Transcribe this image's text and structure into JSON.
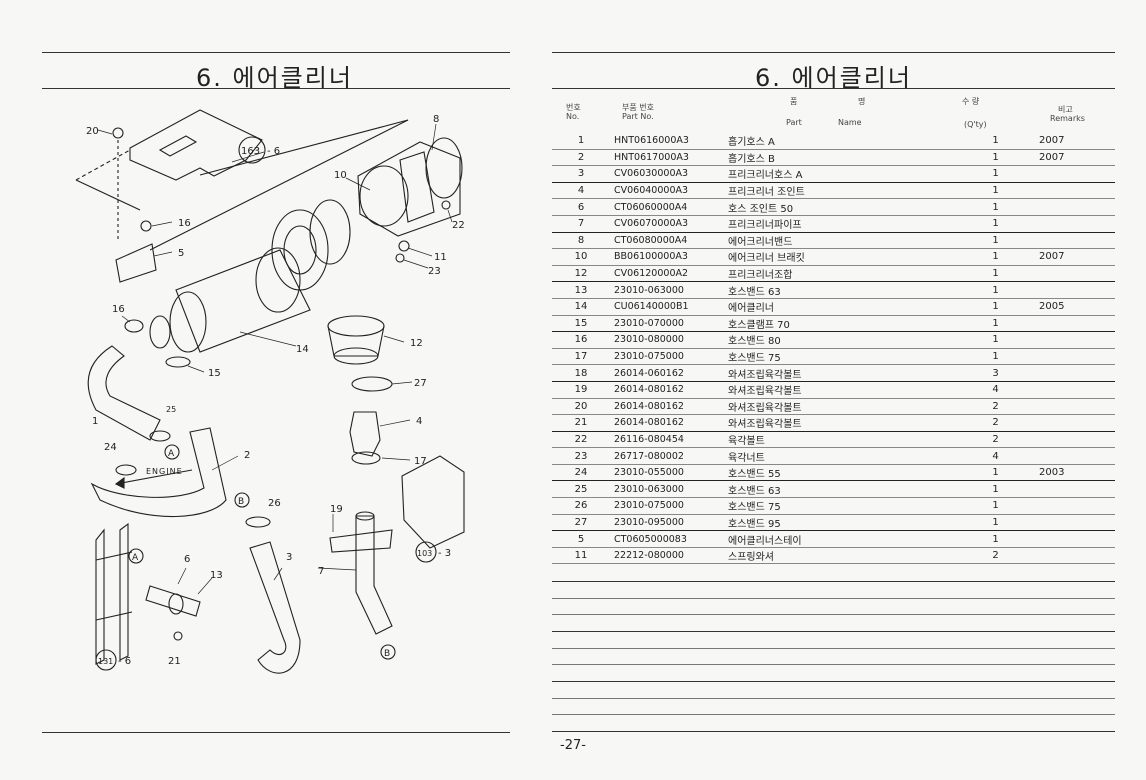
{
  "left_page": {
    "title": "6. 에어클리너",
    "diagram_labels": {
      "l20": "20",
      "l8": "8",
      "ref163": "163",
      "ref163_suffix": "- 6",
      "l10": "10",
      "l16a": "16",
      "l5": "5",
      "l22": "22",
      "l11": "11",
      "l23": "23",
      "l16b": "16",
      "l14": "14",
      "l12": "12",
      "l15": "15",
      "l27": "27",
      "l25": "25",
      "lA1": "A",
      "l1": "1",
      "l24": "24",
      "l4": "4",
      "l2": "2",
      "engine": "ENGINE",
      "l17": "17",
      "lB1": "B",
      "l26": "26",
      "l19": "19",
      "l3": "3",
      "l7": "7",
      "l6": "6",
      "lA2": "A",
      "l13": "13",
      "ref103": "103",
      "ref103_suffix": "- 3",
      "lB2": "B",
      "ref131": "131",
      "ref131_suffix": "- 6",
      "l21": "21"
    }
  },
  "right_page": {
    "title": "6. 에어클리너",
    "header": {
      "no_ko": "번호",
      "no_en": "No.",
      "partno_ko": "부품 번호",
      "partno_en": "Part No.",
      "pum": "품",
      "myeong": "명",
      "part_en": "Part",
      "name_en": "Name",
      "qty_ko": "수 량",
      "qty_en": "(Q'ty)",
      "rem_ko": "비고",
      "rem_en": "Remarks"
    },
    "rows": [
      {
        "no": "1",
        "part": "HNT0616000A3",
        "name": "흡기호스 A",
        "qty": "1",
        "rem": "2007"
      },
      {
        "no": "2",
        "part": "HNT0617000A3",
        "name": "흡기호스 B",
        "qty": "1",
        "rem": "2007"
      },
      {
        "no": "3",
        "part": "CV06030000A3",
        "name": "프리크리너호스 A",
        "qty": "1",
        "rem": ""
      },
      {
        "no": "4",
        "part": "CV06040000A3",
        "name": "프리크리너 조인트",
        "qty": "1",
        "rem": ""
      },
      {
        "no": "6",
        "part": "CT06060000A4",
        "name": "호스 조인트 50",
        "qty": "1",
        "rem": ""
      },
      {
        "no": "7",
        "part": "CV06070000A3",
        "name": "프리크리너파이프",
        "qty": "1",
        "rem": ""
      },
      {
        "no": "8",
        "part": "CT06080000A4",
        "name": "에어크리너밴드",
        "qty": "1",
        "rem": ""
      },
      {
        "no": "10",
        "part": "BB06100000A3",
        "name": "에어크리너 브래킷",
        "qty": "1",
        "rem": "2007"
      },
      {
        "no": "12",
        "part": "CV06120000A2",
        "name": "프리크리너조합",
        "qty": "1",
        "rem": ""
      },
      {
        "no": "13",
        "part": "23010-063000",
        "name": "호스밴드 63",
        "qty": "1",
        "rem": ""
      },
      {
        "no": "14",
        "part": "CU06140000B1",
        "name": "에어클리너",
        "qty": "1",
        "rem": "2005"
      },
      {
        "no": "15",
        "part": "23010-070000",
        "name": "호스클램프 70",
        "qty": "1",
        "rem": ""
      },
      {
        "no": "16",
        "part": "23010-080000",
        "name": "호스밴드 80",
        "qty": "1",
        "rem": ""
      },
      {
        "no": "17",
        "part": "23010-075000",
        "name": "호스밴드 75",
        "qty": "1",
        "rem": ""
      },
      {
        "no": "18",
        "part": "26014-060162",
        "name": "와셔조립육각볼트",
        "qty": "3",
        "rem": ""
      },
      {
        "no": "19",
        "part": "26014-080162",
        "name": "와셔조립육각볼트",
        "qty": "4",
        "rem": ""
      },
      {
        "no": "20",
        "part": "26014-080162",
        "name": "와셔조립육각볼트",
        "qty": "2",
        "rem": ""
      },
      {
        "no": "21",
        "part": "26014-080162",
        "name": "와셔조립육각볼트",
        "qty": "2",
        "rem": ""
      },
      {
        "no": "22",
        "part": "26116-080454",
        "name": "육각볼트",
        "qty": "2",
        "rem": ""
      },
      {
        "no": "23",
        "part": "26717-080002",
        "name": "육각너트",
        "qty": "4",
        "rem": ""
      },
      {
        "no": "24",
        "part": "23010-055000",
        "name": "호스밴드 55",
        "qty": "1",
        "rem": "2003"
      },
      {
        "no": "25",
        "part": "23010-063000",
        "name": "호스밴드 63",
        "qty": "1",
        "rem": ""
      },
      {
        "no": "26",
        "part": "23010-075000",
        "name": "호스밴드 75",
        "qty": "1",
        "rem": ""
      },
      {
        "no": "27",
        "part": "23010-095000",
        "name": "호스밴드 95",
        "qty": "1",
        "rem": ""
      },
      {
        "no": "5",
        "part": "CT0605000083",
        "name": "에어클리너스테이",
        "qty": "1",
        "rem": ""
      },
      {
        "no": "11",
        "part": "22212-080000",
        "name": "스프링와셔",
        "qty": "2",
        "rem": ""
      }
    ],
    "page_number": "-27-"
  }
}
